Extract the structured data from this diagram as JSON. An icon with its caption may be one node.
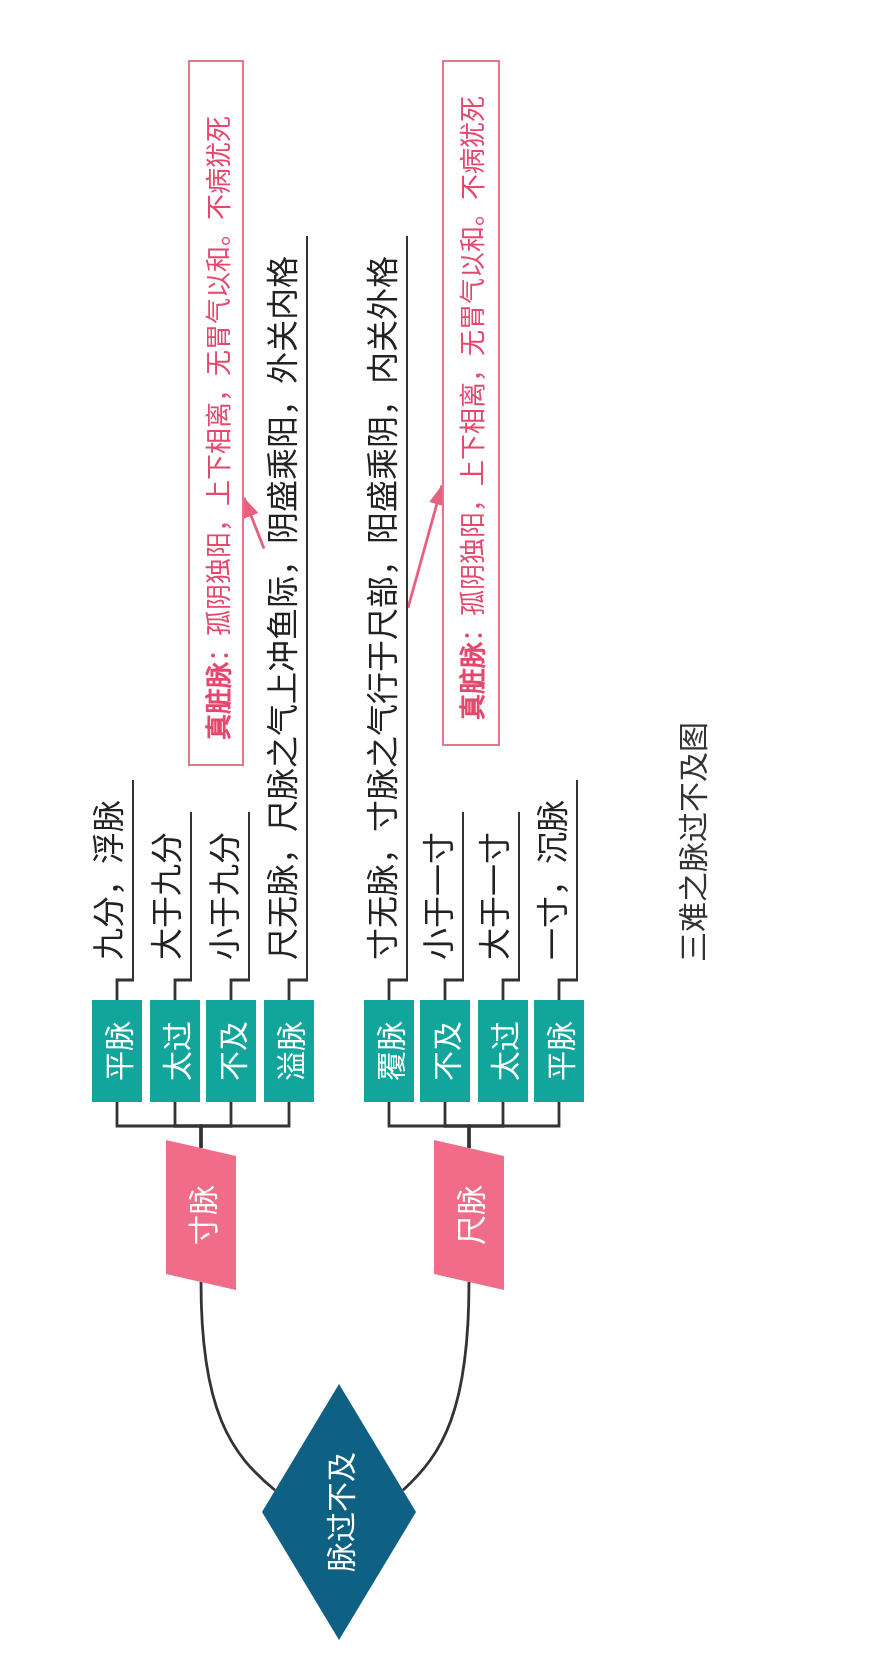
{
  "diagram": {
    "caption": "三难之脉过不及图",
    "nodes": [
      {
        "text": [
          "脉过不及"
        ]
      },
      {
        "text": [
          "寸脉"
        ]
      },
      {
        "text": [
          "平脉"
        ]
      },
      {
        "text": [
          "太过"
        ]
      },
      {
        "text": [
          "不及"
        ]
      },
      {
        "text": [
          "溢脉"
        ]
      },
      {
        "text": [
          "九分，浮脉"
        ]
      },
      {
        "text": [
          "大于九分"
        ]
      },
      {
        "text": [
          "小于九分"
        ]
      },
      {
        "text": [
          "尺无脉，尺脉之气上冲鱼际，阴盛乘阳，外关内格"
        ]
      },
      {
        "text": [
          "**真脏脉**：孤阴独阳，上下相离，无胃气以和。不病犹死"
        ]
      },
      {
        "text": [
          "尺脉"
        ]
      },
      {
        "text": [
          "覆脉"
        ]
      },
      {
        "text": [
          "不及"
        ]
      },
      {
        "text": [
          "太过"
        ]
      },
      {
        "text": [
          "平脉"
        ]
      },
      {
        "text": [
          "寸无脉，寸脉之气行于尺部，阳盛乘阴，内关外格"
        ]
      },
      {
        "text": [
          "小于一寸"
        ]
      },
      {
        "text": [
          "大于一寸"
        ]
      },
      {
        "text": [
          "一寸，沉脉"
        ]
      },
      {
        "text": [
          "**真脏脉**：孤阴独阳，上下相离，无胃气以和。不病犹死"
        ]
      }
    ],
    "edges": [
      {
        "from": 0,
        "to": 1,
        "arrow": "none"
      },
      {
        "from": 1,
        "to": 2,
        "arrow": "none"
      },
      {
        "from": 1,
        "to": 3,
        "arrow": "none"
      },
      {
        "from": 1,
        "to": 4,
        "arrow": "none"
      },
      {
        "from": 1,
        "to": 5,
        "arrow": "none"
      },
      {
        "from": 2,
        "to": 6,
        "arrow": "none"
      },
      {
        "from": 3,
        "to": 7,
        "arrow": "none"
      },
      {
        "from": 4,
        "to": 8,
        "arrow": "none"
      },
      {
        "from": 5,
        "to": 9,
        "arrow": "none"
      },
      {
        "from": 9,
        "to": 10,
        "arrow": "to",
        "color": "#e8607f"
      },
      {
        "from": 0,
        "to": 11,
        "arrow": "none"
      },
      {
        "from": 11,
        "to": 12,
        "arrow": "none"
      },
      {
        "from": 11,
        "to": 13,
        "arrow": "none"
      },
      {
        "from": 11,
        "to": 14,
        "arrow": "none"
      },
      {
        "from": 11,
        "to": 15,
        "arrow": "none"
      },
      {
        "from": 12,
        "to": 16,
        "arrow": "none"
      },
      {
        "from": 13,
        "to": 17,
        "arrow": "none"
      },
      {
        "from": 14,
        "to": 18,
        "arrow": "none"
      },
      {
        "from": 15,
        "to": 19,
        "arrow": "none"
      },
      {
        "from": 16,
        "to": 20,
        "arrow": "to",
        "color": "#e8607f"
      }
    ]
  }
}
